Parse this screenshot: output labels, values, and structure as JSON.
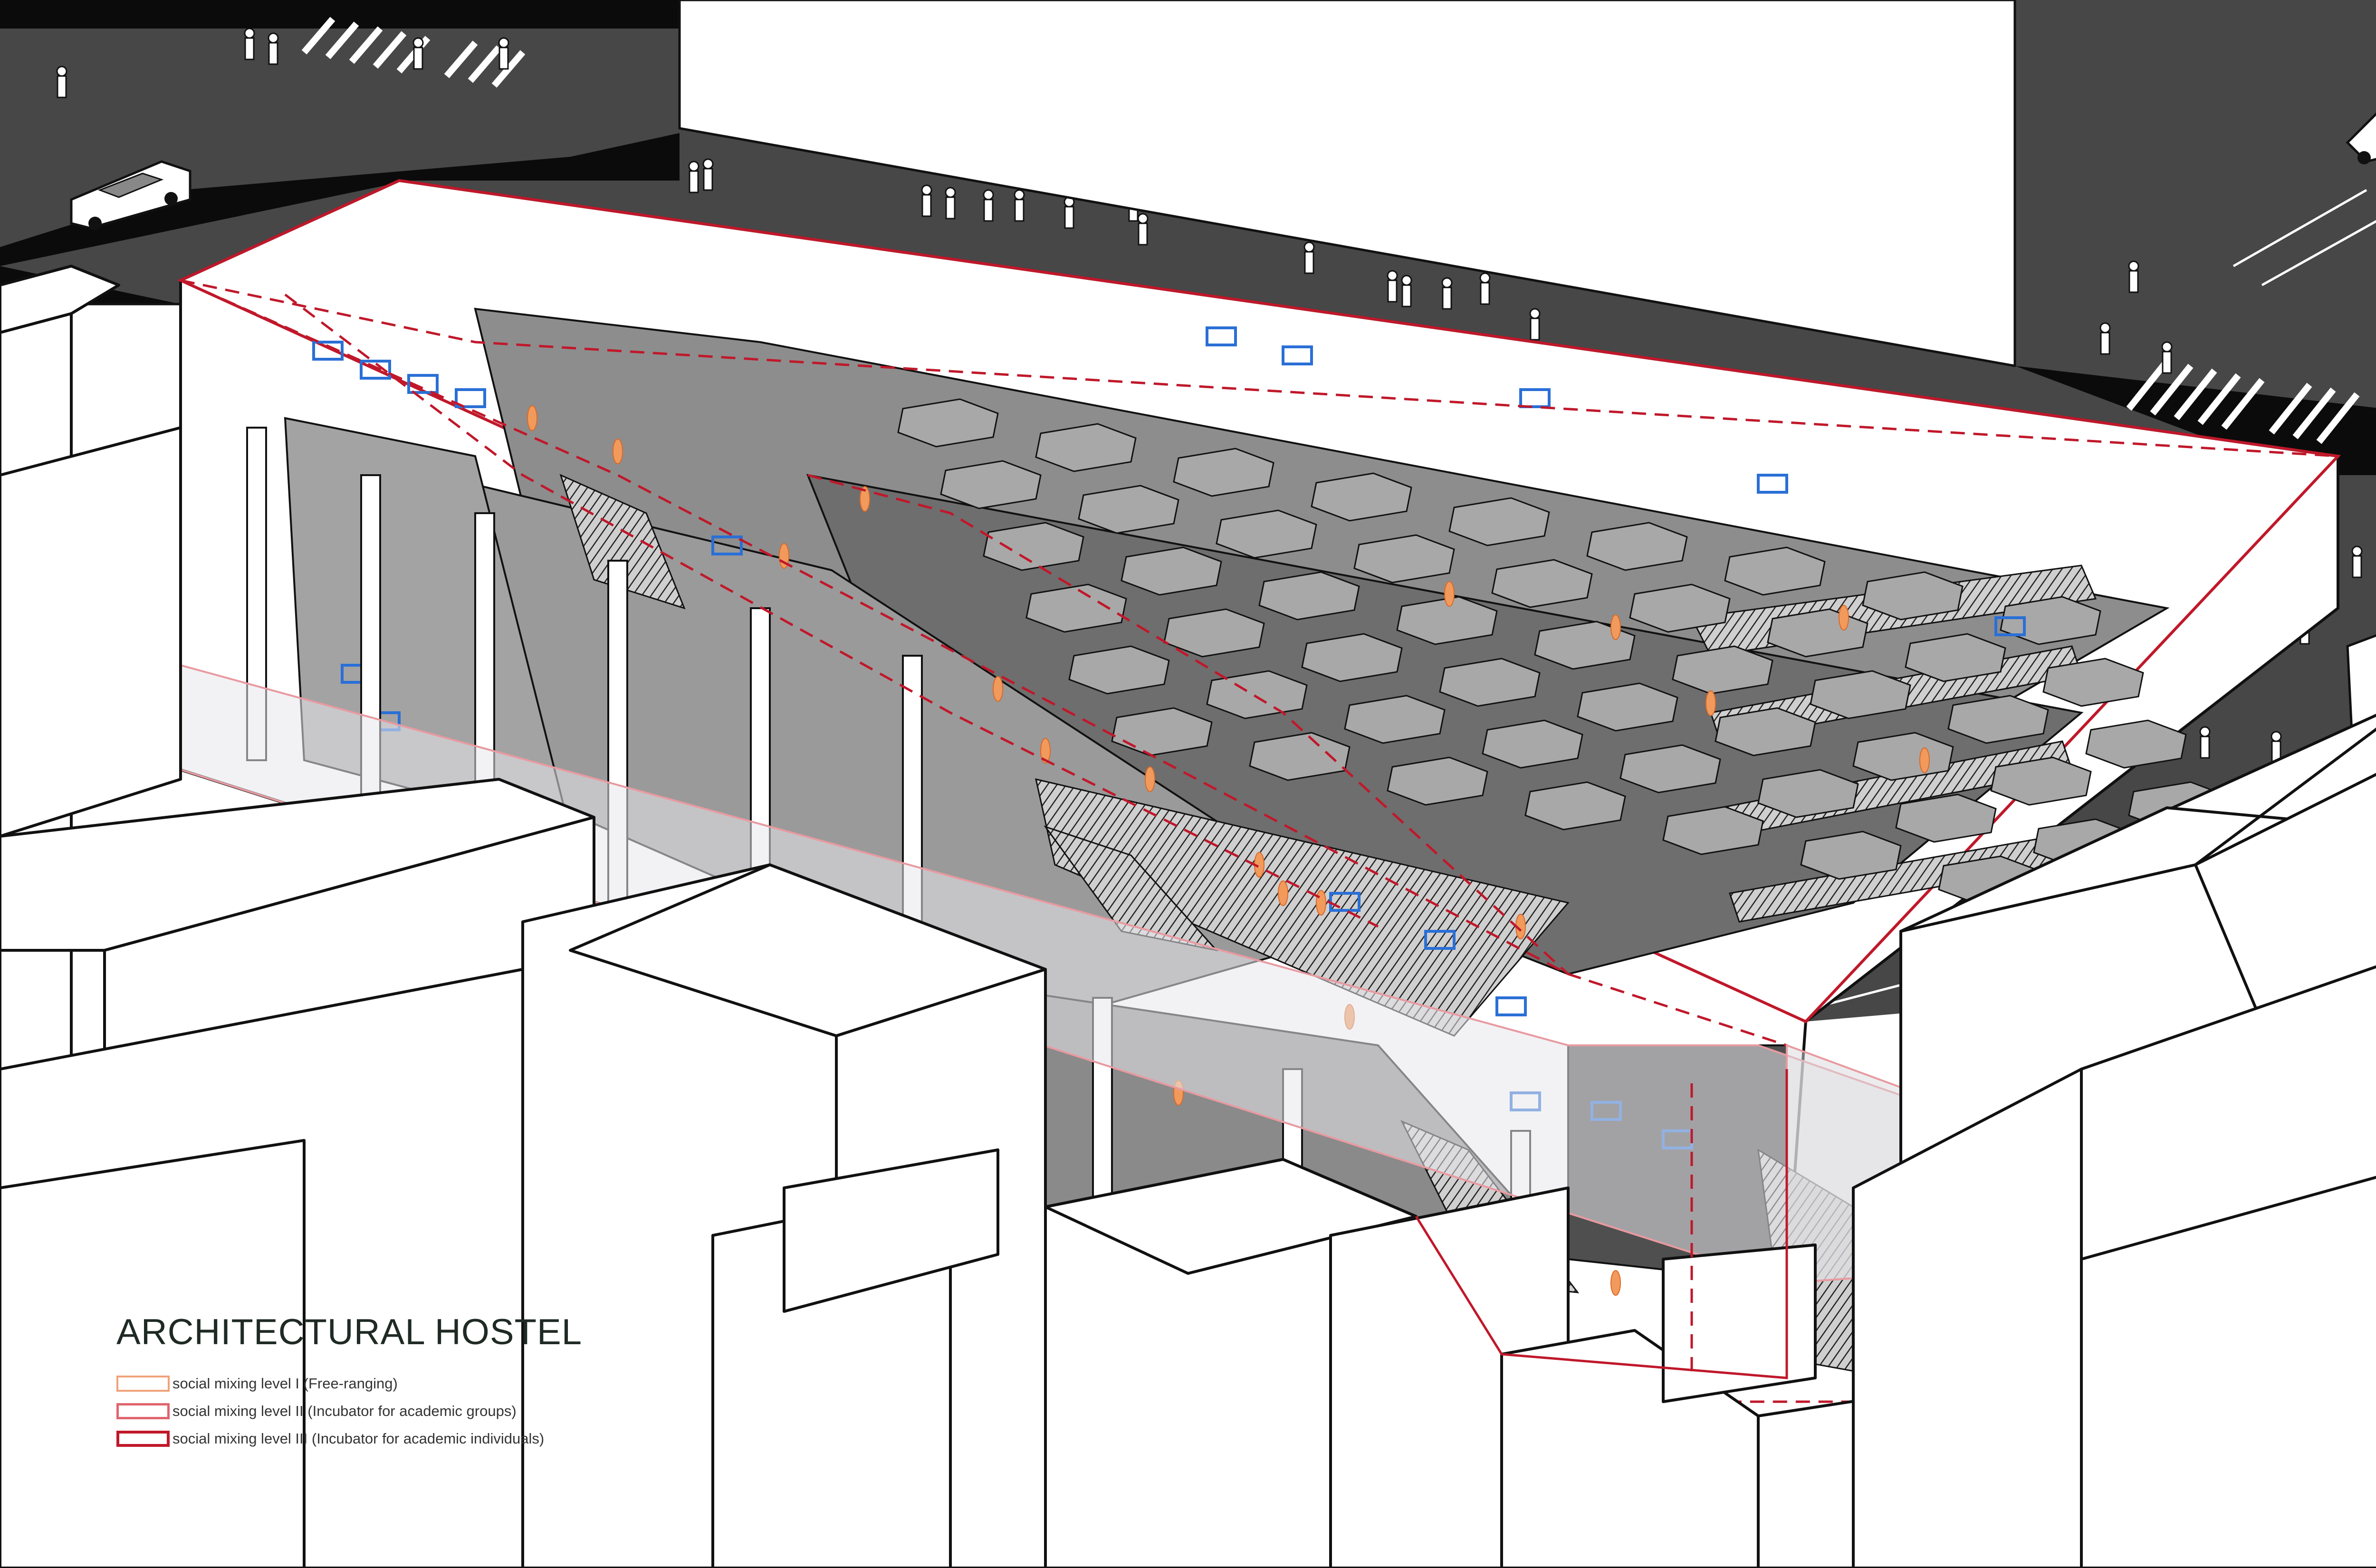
{
  "title": "ARCHITECTURAL HOSTEL",
  "legend": [
    {
      "label": "social mixing level I   (Free-ranging)",
      "color": "#f0a27a",
      "border": 4
    },
    {
      "label": "social mixing level II  (Incubator for academic groups)",
      "color": "#e0656e",
      "border": 5
    },
    {
      "label": "social mixing level III (Incubator for academic individuals)",
      "color": "#c0182a",
      "border": 6
    }
  ],
  "colors": {
    "road": "#474747",
    "road_dark": "#0b0b0b",
    "slab": "#8d8d8d",
    "slab_dark": "#6e6e6e",
    "accent_red": "#c0182a",
    "furniture_blue": "#2a6fd6",
    "people_orange": "#f29a5c"
  },
  "icons": {
    "car": "car-icon",
    "pedestrian": "pedestrian-icon",
    "crosswalk": "crosswalk-icon"
  }
}
